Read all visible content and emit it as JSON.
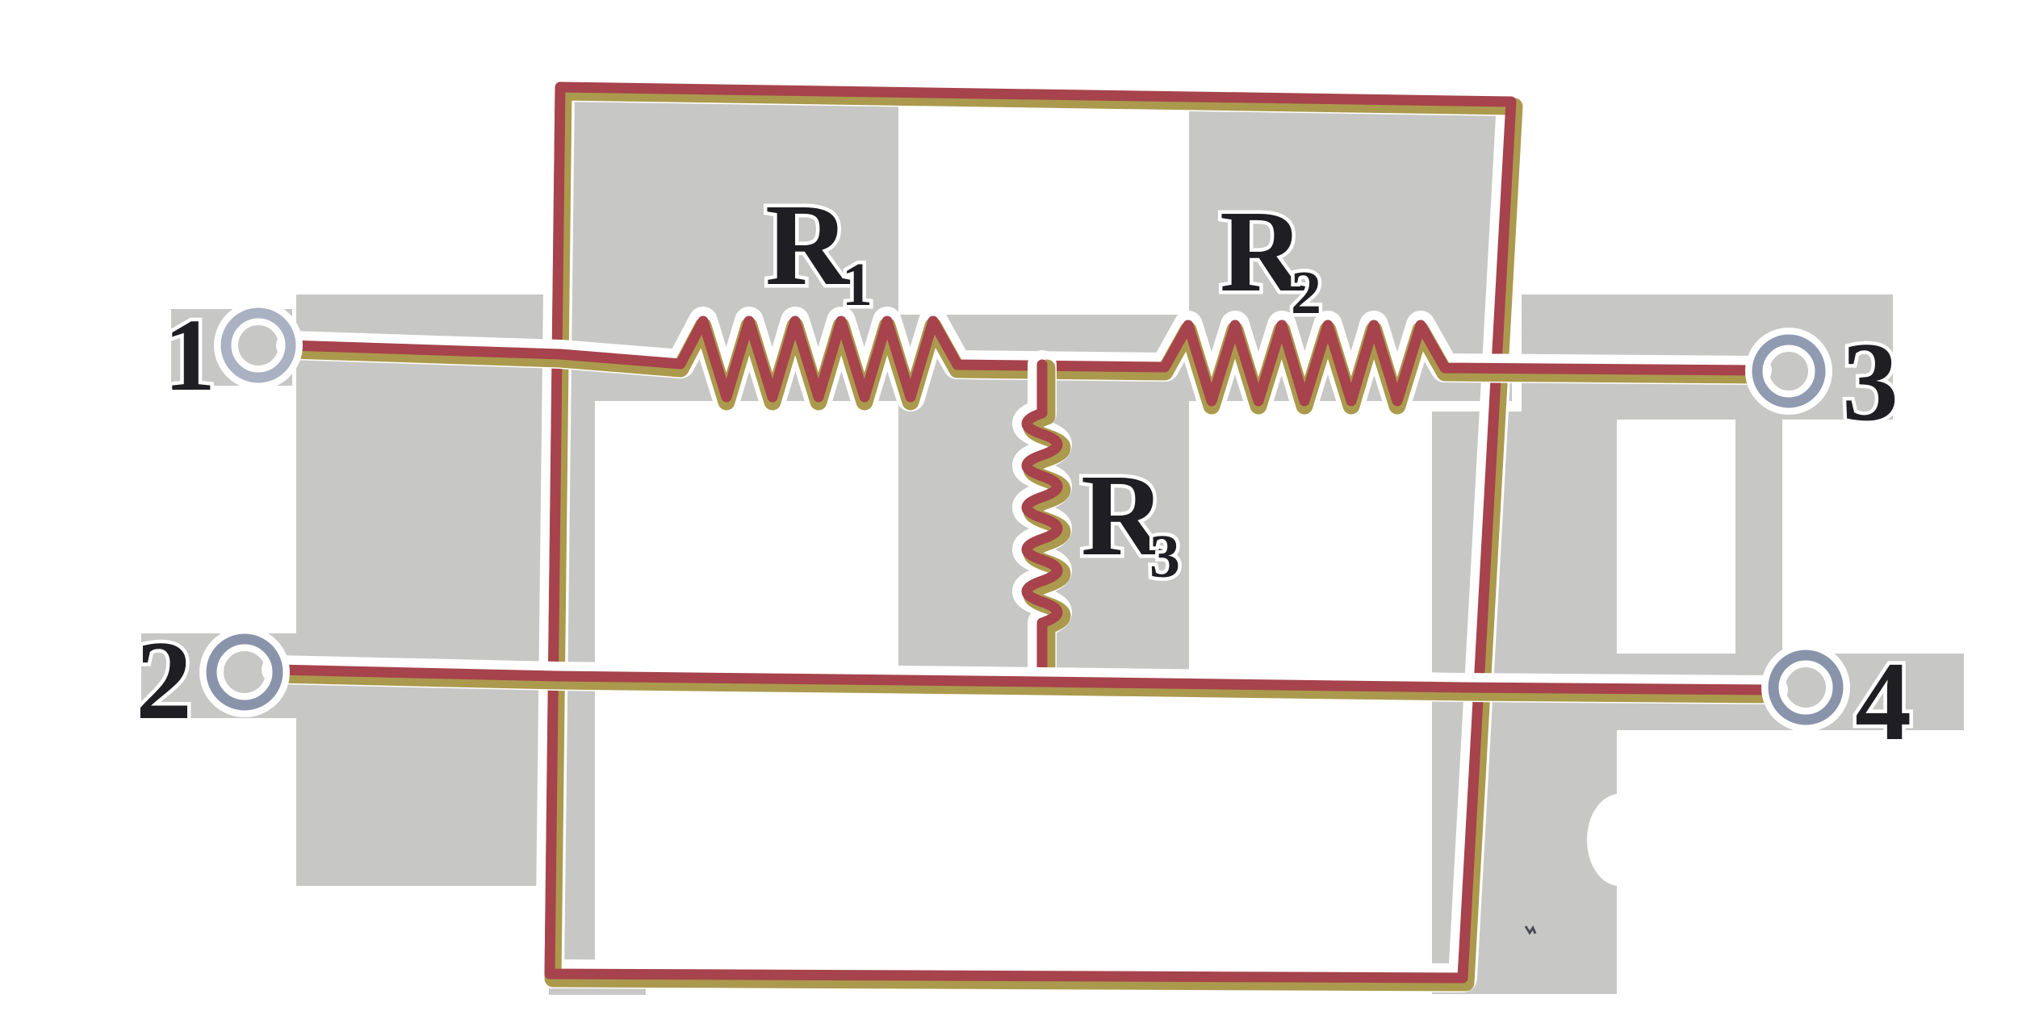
{
  "diagram": {
    "kind": "resistor-network-circuit",
    "terminals": [
      {
        "id": 1,
        "label": "1"
      },
      {
        "id": 2,
        "label": "2"
      },
      {
        "id": 3,
        "label": "3"
      },
      {
        "id": 4,
        "label": "4"
      }
    ],
    "resistors": [
      {
        "id": "R1",
        "label": "R",
        "subscript": "1"
      },
      {
        "id": "R2",
        "label": "R",
        "subscript": "2"
      },
      {
        "id": "R3",
        "label": "R",
        "subscript": "3"
      }
    ],
    "colors": {
      "wire_red": "#a6434c",
      "wire_shadow": "#ab9a4d",
      "terminal_ring": "#74819c",
      "label_ink": "#1f1f23",
      "tile_gray": "#c7c7c6",
      "background": "#ffffff"
    }
  }
}
